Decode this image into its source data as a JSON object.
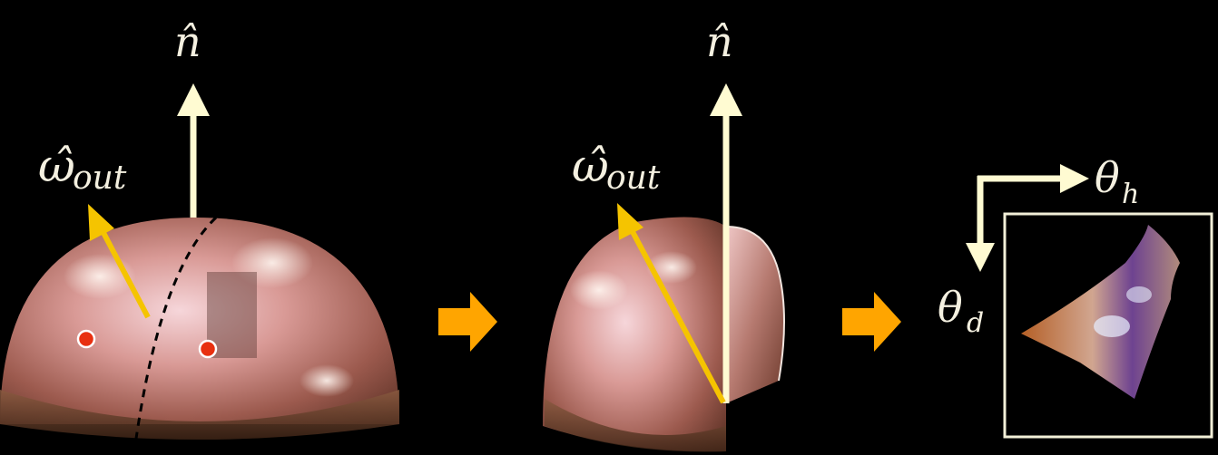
{
  "labels": {
    "normal": "n̂",
    "omega_out": "ω̂",
    "omega_sub": "out",
    "theta_h": "θ",
    "theta_h_sub": "h",
    "theta_d": "θ",
    "theta_d_sub": "d"
  },
  "colors": {
    "background": "#000000",
    "normal_arrow": "#fffbd2",
    "out_arrow": "#f5c400",
    "step_arrow": "#ffa500",
    "point_marker": "#e83010",
    "axis_arrow": "#fffbd2",
    "frame_border": "#f2efd8"
  },
  "icons": [
    "step-arrow-icon",
    "step-arrow-icon",
    "normal-arrow-icon",
    "out-direction-arrow-icon"
  ]
}
